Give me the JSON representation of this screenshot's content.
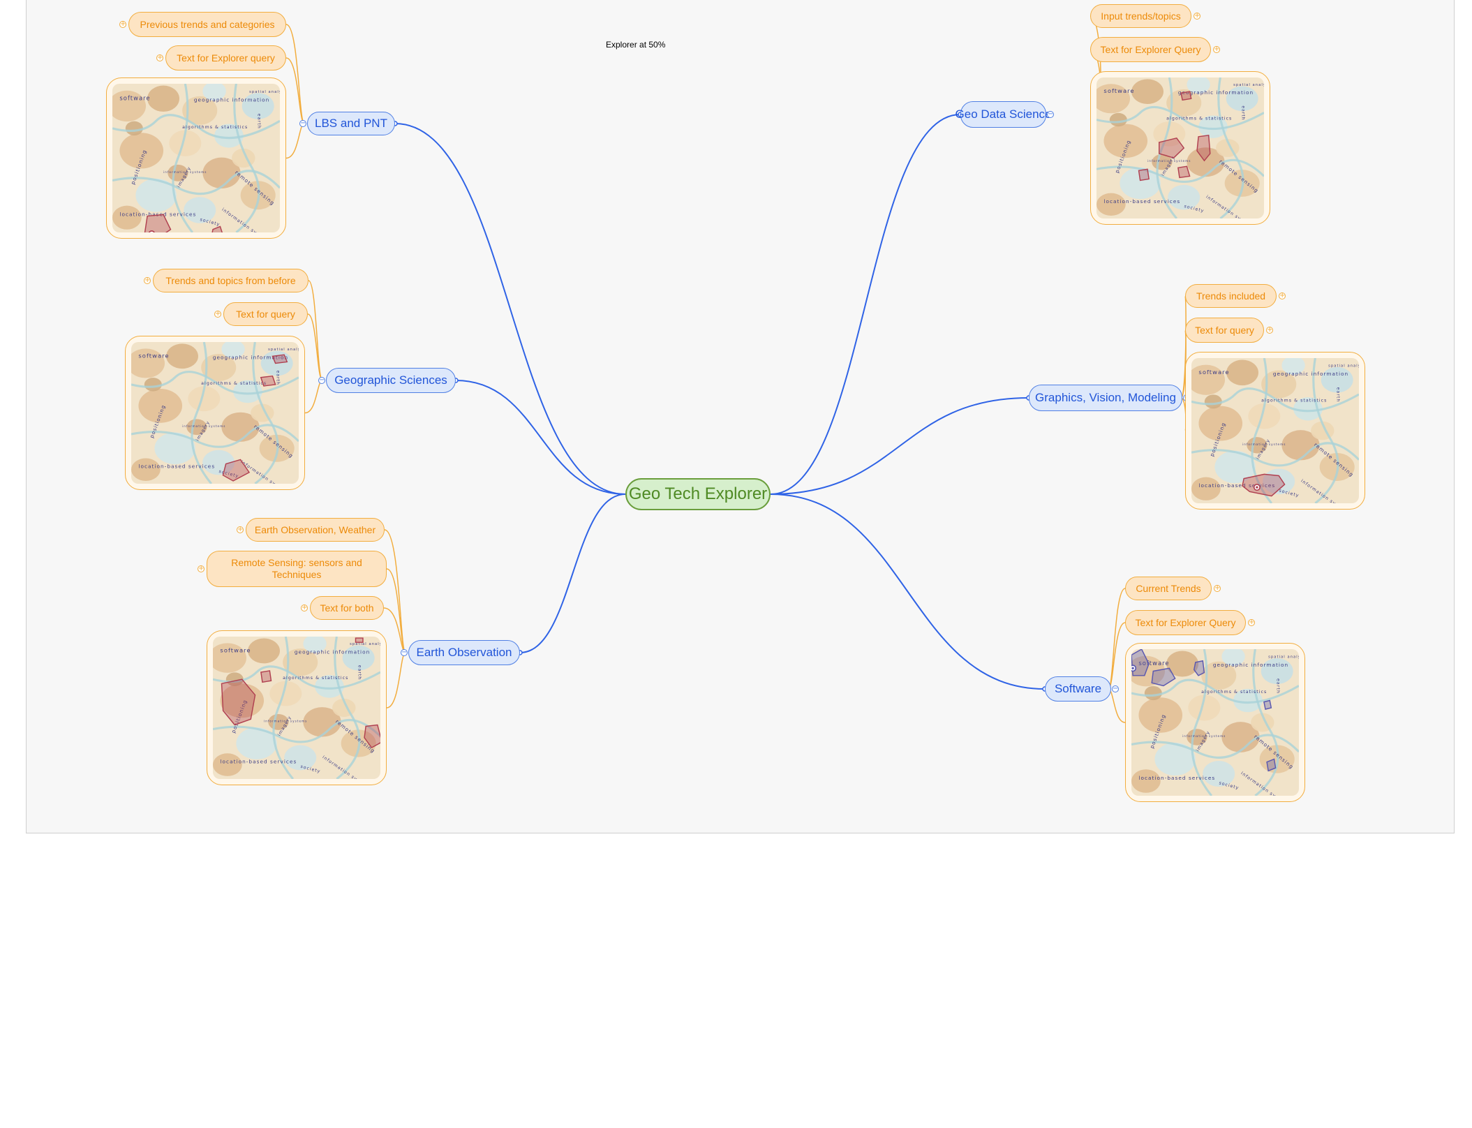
{
  "caption": "Explorer at 50%",
  "root": {
    "label": "Geo Tech Explorer"
  },
  "map_labels": {
    "software": "software",
    "geographic_information": "geographic information",
    "spatial_analysis": "spatial analysis",
    "algorithms_statistics": "algorithms & statistics",
    "positioning": "positioning",
    "information_systems_small": "information systems",
    "location_based_services": "location-based services",
    "society": "society",
    "remote_sensing": "remote sensing",
    "information_systems": "information systems",
    "imagery": "imagery",
    "earth": "earth"
  },
  "branches": [
    {
      "topic": "LBS and PNT",
      "side": "left",
      "leaves": [
        "Previous trends and categories",
        "Text for Explorer query"
      ]
    },
    {
      "topic": "Geographic Sciences",
      "side": "left",
      "leaves": [
        "Trends and topics from before",
        "Text for query"
      ]
    },
    {
      "topic": "Earth Observation",
      "side": "left",
      "leaves": [
        "Earth Observation, Weather",
        "Remote Sensing: sensors and Techniques",
        "Text for both"
      ]
    },
    {
      "topic": "Geo Data Science",
      "side": "right",
      "leaves": [
        "Input trends/topics",
        "Text for Explorer Query"
      ]
    },
    {
      "topic": "Graphics, Vision, Modeling",
      "side": "right",
      "leaves": [
        "Trends included",
        "Text for query"
      ]
    },
    {
      "topic": "Software",
      "side": "right",
      "leaves": [
        "Current Trends",
        "Text for Explorer Query"
      ]
    }
  ],
  "colors": {
    "canvas": "#f7f7f7",
    "root_fill": "#d6efcc",
    "root_stroke": "#6a9e3c",
    "topic_fill": "#dde8fb",
    "topic_stroke": "#4f7fe4",
    "leaf_fill": "#fde4c3",
    "leaf_stroke": "#f2ad3e",
    "leaf_text": "#ec8a08",
    "highlight_red": "#b04050",
    "highlight_blue": "#5a58b0"
  }
}
